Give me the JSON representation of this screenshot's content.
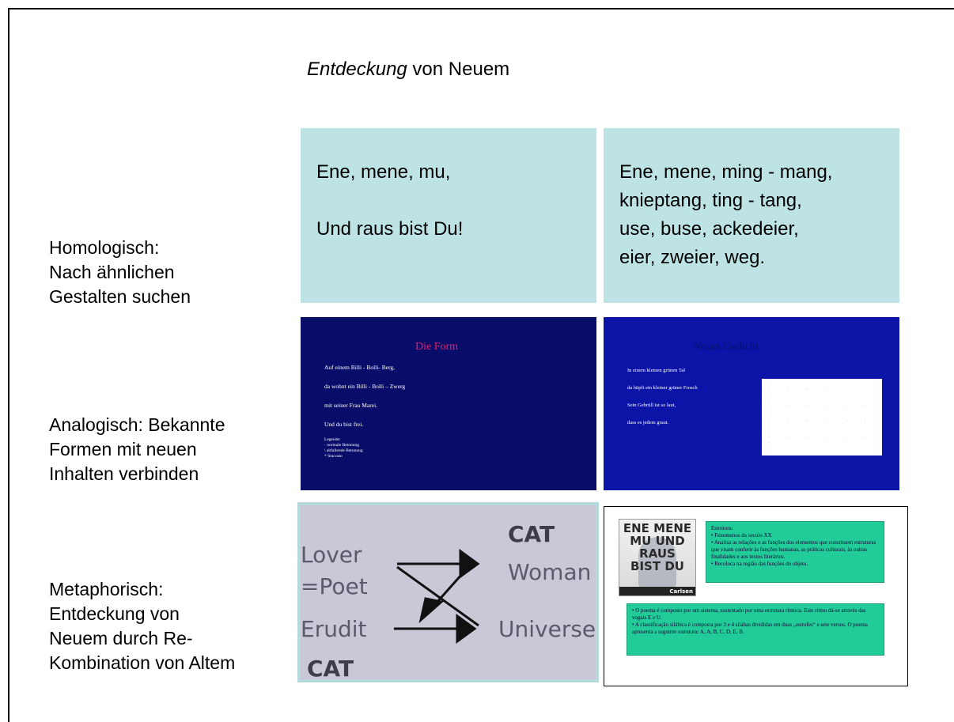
{
  "heading": {
    "italic": "Entdeckung",
    "rest": " von Neuem"
  },
  "rows": [
    {
      "label": "Homologisch:\nNach ähnlichen\nGestalten suchen"
    },
    {
      "label": "Analogisch: Bekannte\nFormen mit neuen\nInhalten verbinden"
    },
    {
      "label": "Metaphorisch:\nEntdeckung von\nNeuem durch Re-\nKombination von Altem"
    }
  ],
  "homolog": {
    "left": "Ene, mene, mu,\n\nUnd raus bist Du!",
    "right": "Ene, mene, ming - mang,\nknieptang, ting - tang,\nuse, buse, ackedeier,\neier, zweier, weg."
  },
  "analog": {
    "left": {
      "title": "Die Form",
      "title_color": "#e0206a",
      "lines": "Auf einem Billi - Bolli- Berg,\n\nda wohnt ein Billi - Bolli – Zwerg\n\nmit seiner Frau Marei.\n\nUnd du bist frei.",
      "legend": "Legende:\n·  normale Betonung\n\\  abfallende Betonung\n*  Staccato"
    },
    "right": {
      "title": "Neues Gedicht",
      "title_color": "#061070",
      "lines": "In einem kleinen grünen Tal\n\nda hüpft ein kleiner grüner Frosch\n\nSein Gebrüll ist so laut,\n\ndass es jedem graut."
    }
  },
  "metaphor": {
    "left_words": [
      "Lover",
      "=Poet",
      "Erudit",
      "CAT"
    ],
    "right_words": [
      "CAT",
      "Woman",
      "Universe"
    ],
    "poster_text": "ENE MENE\nMU UND\nRAUS\nBIST DU",
    "poster_brand": "Carlsen",
    "box1": "Estrutura:\n• Fenomenos do seculo XX\n• Analisa as relações e as funções dos elementos que constituem estruturas que visam conferir às funções humanas, as práticas culturais, às outras finalidades e aos textos literários.\n• Recoloca na região das funções do objeto.",
    "box2": "• O poema é composto por um sistema, sustentado por uma estrutura rítmica. Este ritmo dá-se através das vogais E e U.\n• A classificação silábica é composta por 3 e 4 sílabas divididas em duas „estrofes“ e sete versos. O poema apresenta a seguinte estrutura: A, A, B, C, D, E, B."
  }
}
